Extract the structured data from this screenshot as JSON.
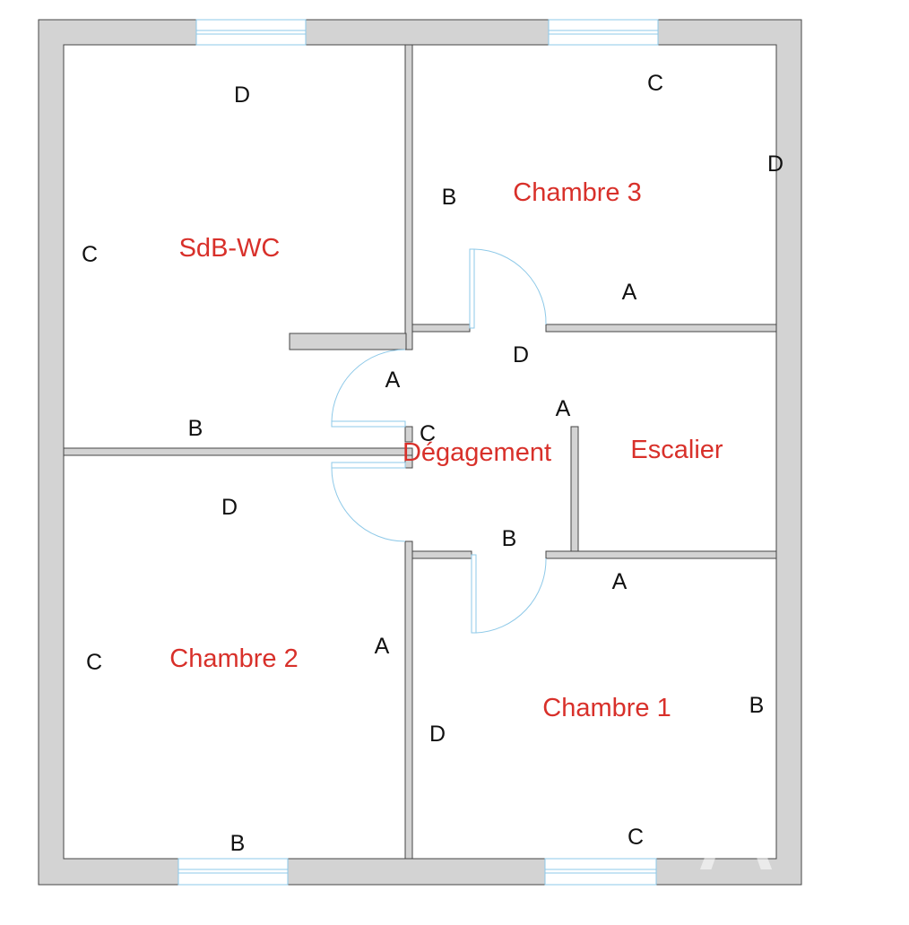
{
  "rooms": {
    "sdb_wc": "SdB-WC",
    "chambre_3": "Chambre 3",
    "degagement": "Dégagement",
    "escalier": "Escalier",
    "chambre_2": "Chambre 2",
    "chambre_1": "Chambre 1"
  },
  "wall_letters": {
    "sdb_top": "D",
    "sdb_left": "C",
    "sdb_bottom": "B",
    "sdb_right": "A",
    "ch3_top": "C",
    "ch3_right": "D",
    "ch3_left": "B",
    "ch3_bottom": "A",
    "deg_top": "D",
    "deg_right": "A",
    "deg_left": "C",
    "deg_bottom": "B",
    "ch2_top": "D",
    "ch2_left": "C",
    "ch2_right": "A",
    "ch2_bottom": "B",
    "ch1_top": "A",
    "ch1_right": "B",
    "ch1_left": "D",
    "ch1_bottom": "C"
  },
  "colors": {
    "wall": "#d3d3d3",
    "room_label": "#d8302a",
    "window_door": "#8ec9e8"
  }
}
